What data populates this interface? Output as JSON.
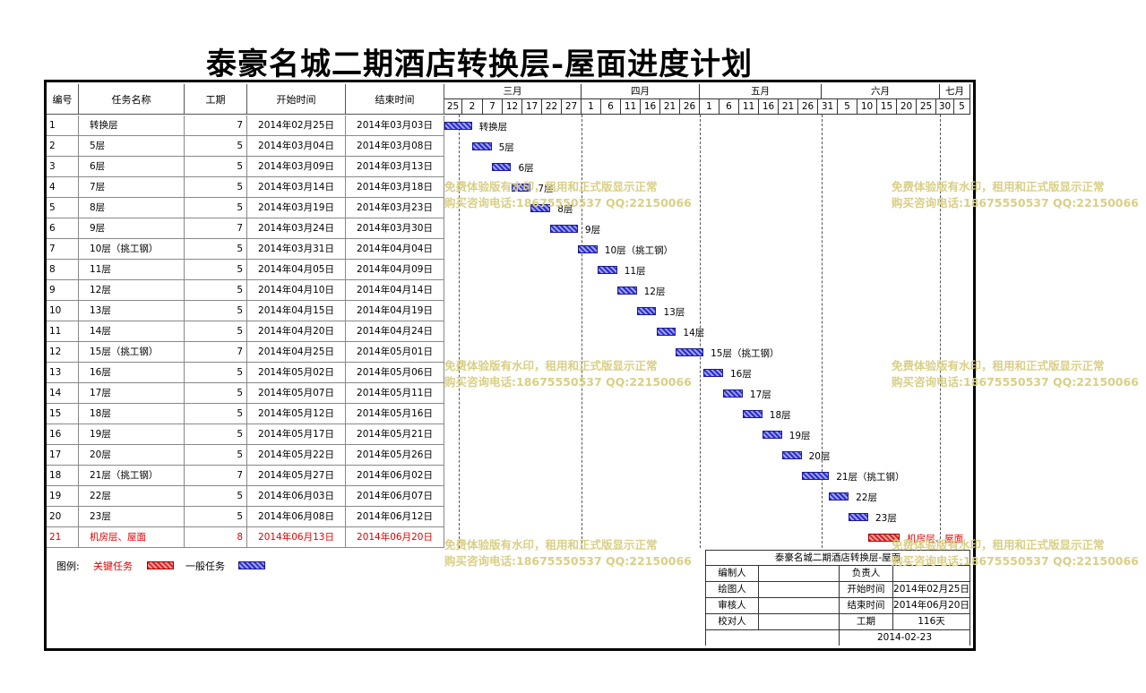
{
  "title": "泰豪名城二期酒店转换层-屋面进度计划",
  "columns": {
    "id": "编号",
    "name": "任务名称",
    "duration": "工期",
    "start": "开始时间",
    "end": "结束时间"
  },
  "months": [
    "三月",
    "四月",
    "五月",
    "六月",
    "七月"
  ],
  "days": [
    "25",
    "2",
    "7",
    "12",
    "17",
    "22",
    "27",
    "1",
    "6",
    "11",
    "16",
    "21",
    "26",
    "1",
    "6",
    "11",
    "16",
    "21",
    "26",
    "31",
    "5",
    "10",
    "15",
    "20",
    "25",
    "30",
    "5"
  ],
  "tasks": [
    {
      "id": "1",
      "name": "转换层",
      "duration": "7",
      "start": "2014年02月25日",
      "end": "2014年03月03日",
      "critical": false
    },
    {
      "id": "2",
      "name": "5层",
      "duration": "5",
      "start": "2014年03月04日",
      "end": "2014年03月08日",
      "critical": false
    },
    {
      "id": "3",
      "name": "6层",
      "duration": "5",
      "start": "2014年03月09日",
      "end": "2014年03月13日",
      "critical": false
    },
    {
      "id": "4",
      "name": "7层",
      "duration": "5",
      "start": "2014年03月14日",
      "end": "2014年03月18日",
      "critical": false
    },
    {
      "id": "5",
      "name": "8层",
      "duration": "5",
      "start": "2014年03月19日",
      "end": "2014年03月23日",
      "critical": false
    },
    {
      "id": "6",
      "name": "9层",
      "duration": "7",
      "start": "2014年03月24日",
      "end": "2014年03月30日",
      "critical": false
    },
    {
      "id": "7",
      "name": "10层（挑工钢）",
      "duration": "5",
      "start": "2014年03月31日",
      "end": "2014年04月04日",
      "critical": false
    },
    {
      "id": "8",
      "name": "11层",
      "duration": "5",
      "start": "2014年04月05日",
      "end": "2014年04月09日",
      "critical": false
    },
    {
      "id": "9",
      "name": "12层",
      "duration": "5",
      "start": "2014年04月10日",
      "end": "2014年04月14日",
      "critical": false
    },
    {
      "id": "10",
      "name": "13层",
      "duration": "5",
      "start": "2014年04月15日",
      "end": "2014年04月19日",
      "critical": false
    },
    {
      "id": "11",
      "name": "14层",
      "duration": "5",
      "start": "2014年04月20日",
      "end": "2014年04月24日",
      "critical": false
    },
    {
      "id": "12",
      "name": "15层（挑工钢）",
      "duration": "7",
      "start": "2014年04月25日",
      "end": "2014年05月01日",
      "critical": false
    },
    {
      "id": "13",
      "name": "16层",
      "duration": "5",
      "start": "2014年05月02日",
      "end": "2014年05月06日",
      "critical": false
    },
    {
      "id": "14",
      "name": "17层",
      "duration": "5",
      "start": "2014年05月07日",
      "end": "2014年05月11日",
      "critical": false
    },
    {
      "id": "15",
      "name": "18层",
      "duration": "5",
      "start": "2014年05月12日",
      "end": "2014年05月16日",
      "critical": false
    },
    {
      "id": "16",
      "name": "19层",
      "duration": "5",
      "start": "2014年05月17日",
      "end": "2014年05月21日",
      "critical": false
    },
    {
      "id": "17",
      "name": "20层",
      "duration": "5",
      "start": "2014年05月22日",
      "end": "2014年05月26日",
      "critical": false
    },
    {
      "id": "18",
      "name": "21层（挑工钢）",
      "duration": "7",
      "start": "2014年05月27日",
      "end": "2014年06月02日",
      "critical": false
    },
    {
      "id": "19",
      "name": "22层",
      "duration": "5",
      "start": "2014年06月03日",
      "end": "2014年06月07日",
      "critical": false
    },
    {
      "id": "20",
      "name": "23层",
      "duration": "5",
      "start": "2014年06月08日",
      "end": "2014年06月12日",
      "critical": false
    },
    {
      "id": "21",
      "name": "机房层、屋面",
      "duration": "8",
      "start": "2014年06月13日",
      "end": "2014年06月20日",
      "critical": true
    }
  ],
  "legend": {
    "label": "图例:",
    "critical": "关键任务",
    "normal": "一般任务"
  },
  "title_block": {
    "heading": "泰豪名城二期酒店转换层-屋面",
    "editor_label": "编制人",
    "editor": "",
    "owner_label": "负责人",
    "owner": "",
    "drawer_label": "绘图人",
    "drawer": "",
    "start_label": "开始时间",
    "start": "2014年02月25日",
    "reviewer_label": "审核人",
    "reviewer": "",
    "end_label": "结束时间",
    "end": "2014年06月20日",
    "checker_label": "校对人",
    "checker": "",
    "duration_label": "工期",
    "duration": "116天",
    "date": "2014-02-23"
  },
  "watermark": {
    "line1": "免费体验版有水印，租用和正式版显示正常",
    "line2": "购买咨询电话:18675550537 QQ:22150066"
  },
  "colors": {
    "normal_bar": "#2b2bd6",
    "critical_bar": "#e02020",
    "critical_text": "#e00000",
    "watermark": "#d9cf85"
  }
}
